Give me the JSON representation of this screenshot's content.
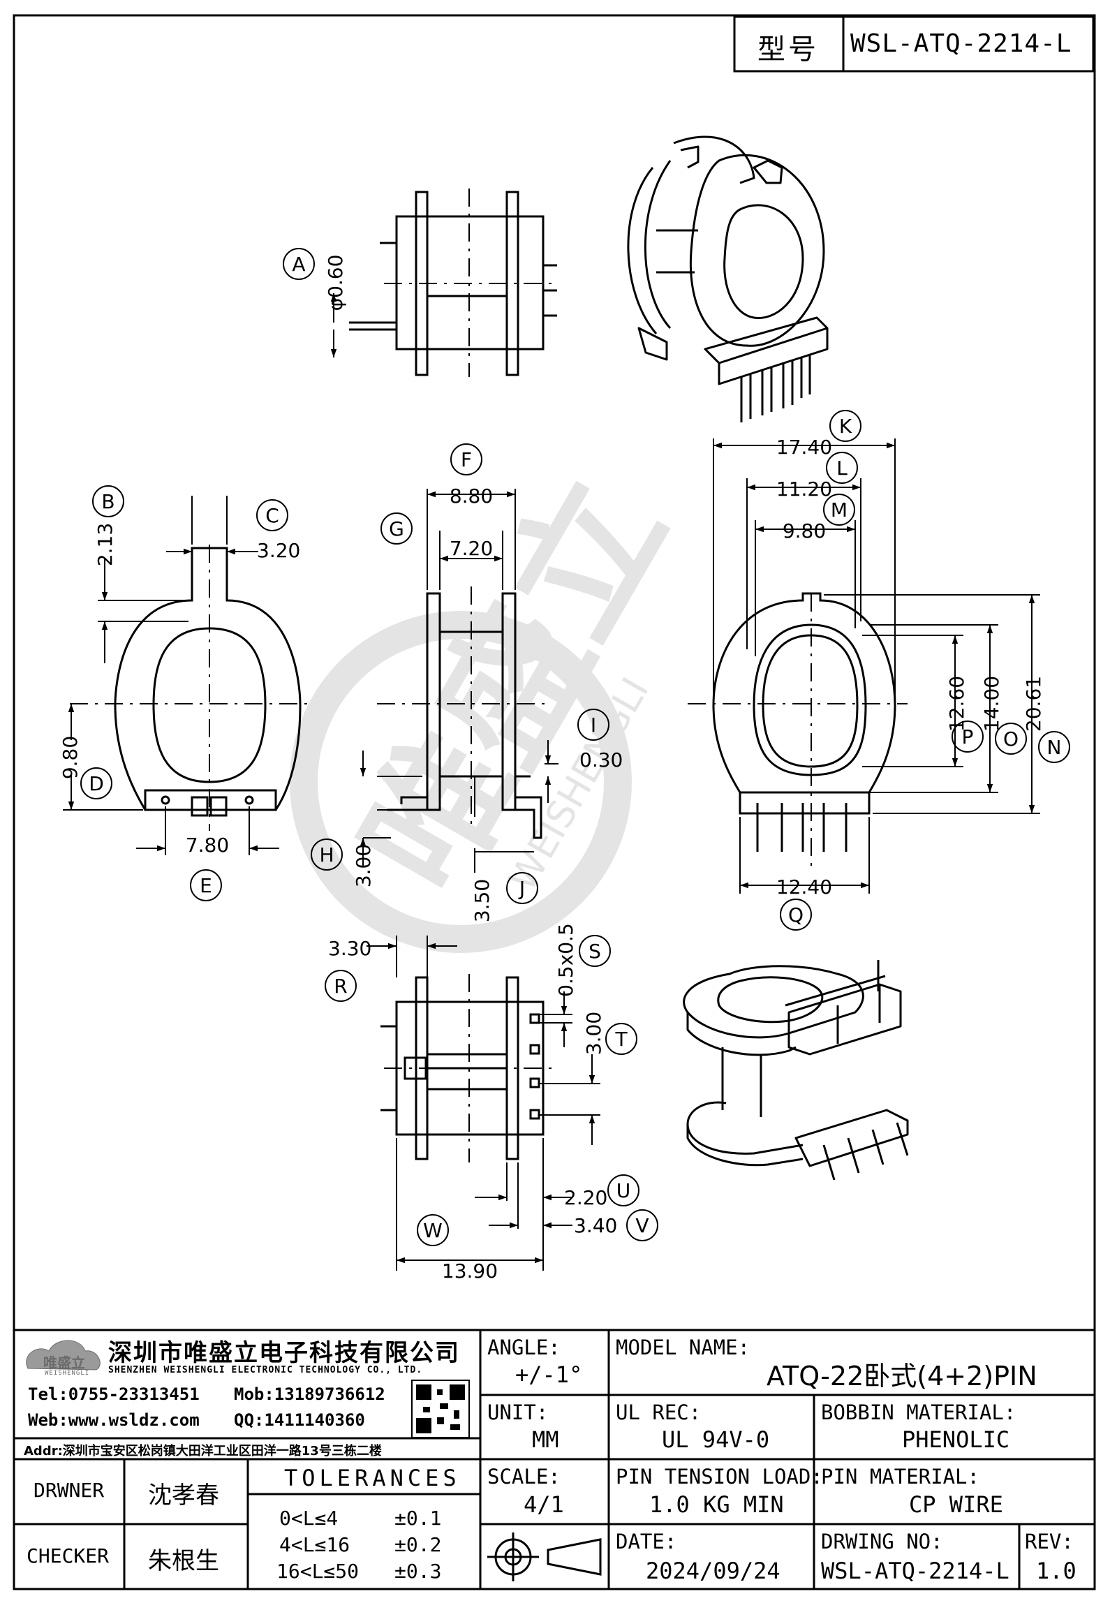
{
  "header": {
    "type_label": "型号",
    "part_no": "WSL-ATQ-2214-L"
  },
  "watermark": {
    "name": "唯盛立",
    "sub": "WEISHENGLI"
  },
  "dims": {
    "A": {
      "letter": "A",
      "value": "φ0.60"
    },
    "B": {
      "letter": "B",
      "value": "2.13"
    },
    "C": {
      "letter": "C",
      "value": "3.20"
    },
    "D": {
      "letter": "D",
      "value": "9.80"
    },
    "E": {
      "letter": "E",
      "value": "7.80"
    },
    "F": {
      "letter": "F",
      "value": "8.80"
    },
    "G": {
      "letter": "G",
      "value": "7.20"
    },
    "H": {
      "letter": "H",
      "value": "3.00"
    },
    "I": {
      "letter": "I",
      "value": "0.30"
    },
    "J": {
      "letter": "J",
      "value": "3.50"
    },
    "K": {
      "letter": "K",
      "value": "17.40"
    },
    "L": {
      "letter": "L",
      "value": "11.20"
    },
    "M": {
      "letter": "M",
      "value": "9.80"
    },
    "N": {
      "letter": "N",
      "value": "20.61"
    },
    "O": {
      "letter": "O",
      "value": "14.00"
    },
    "P": {
      "letter": "P",
      "value": "12.60"
    },
    "Q": {
      "letter": "Q",
      "value": "12.40"
    },
    "R": {
      "letter": "R",
      "value": "3.30"
    },
    "S": {
      "letter": "S",
      "value": "0.5x0.5"
    },
    "T": {
      "letter": "T",
      "value": "3.00"
    },
    "U": {
      "letter": "U",
      "value": "2.20"
    },
    "V": {
      "letter": "V",
      "value": "3.40"
    },
    "W": {
      "letter": "W",
      "value": "13.90"
    }
  },
  "title_block": {
    "company_cn": "深圳市唯盛立电子科技有限公司",
    "company_en": "SHENZHEN WEISHENGLI ELECTRONIC TECHNOLOGY CO., LTD.",
    "logo_name": "唯盛立",
    "logo_sub": "WEISHENGLI",
    "tel": "Tel:0755-23313451",
    "mob": "Mob:13189736612",
    "web": "Web:www.wsldz.com",
    "qq": "QQ:1411140360",
    "addr": "Addr:深圳市宝安区松岗镇大田洋工业区田洋一路13号三栋二楼",
    "angle_label": "ANGLE:",
    "angle_value": "+/-1°",
    "model_label": "MODEL NAME:",
    "model_value": "ATQ-22卧式(4+2)PIN",
    "unit_label": "UNIT:",
    "unit_value": "MM",
    "ul_label": "UL REC:",
    "ul_value": "UL 94V-0",
    "bobbin_label": "BOBBIN MATERIAL:",
    "bobbin_value": "PHENOLIC",
    "drawer_label": "DRWNER",
    "drawer_name": "沈孝春",
    "checker_label": "CHECKER",
    "checker_name": "朱根生",
    "tolerances_title": "TOLERANCES",
    "tolerances": [
      {
        "range": "0<L≤4",
        "tol": "±0.1"
      },
      {
        "range": "4<L≤16",
        "tol": "±0.2"
      },
      {
        "range": "16<L≤50",
        "tol": "±0.3"
      }
    ],
    "scale_label": "SCALE:",
    "scale_value": "4/1",
    "pin_tension_label": "PIN TENSION LOAD:",
    "pin_tension_value": "1.0 KG MIN",
    "pin_material_label": "PIN MATERIAL:",
    "pin_material_value": "CP WIRE",
    "date_label": "DATE:",
    "date_value": "2024/09/24",
    "drawing_no_label": "DRWING NO:",
    "drawing_no_value": "WSL-ATQ-2214-L",
    "rev_label": "REV:",
    "rev_value": "1.0"
  }
}
